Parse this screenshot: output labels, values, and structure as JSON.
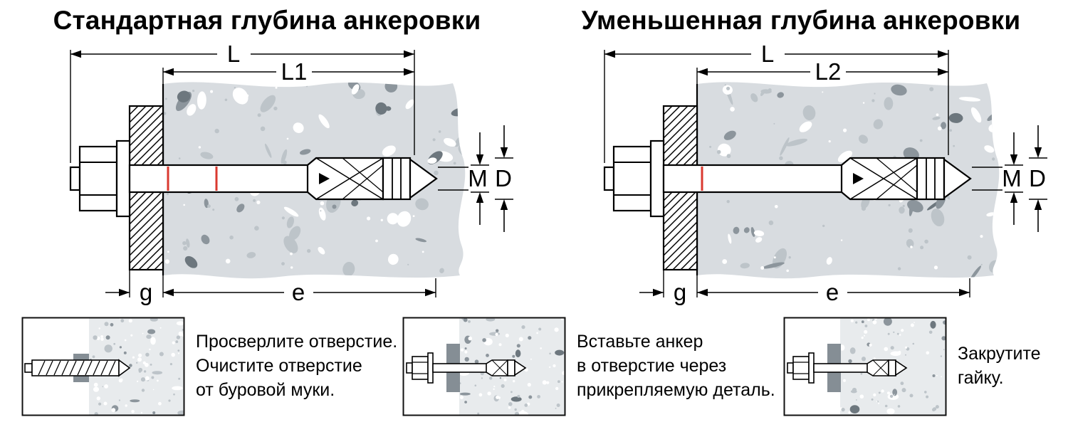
{
  "diagrams": [
    {
      "id": "standard",
      "title": "Стандартная глубина анкеровки",
      "labels": {
        "total": "L",
        "embed": "L1",
        "plate_thickness": "g",
        "embed_depth": "e",
        "thread": "M",
        "drill": "D"
      }
    },
    {
      "id": "reduced",
      "title": "Уменьшенная глубина анкеровки",
      "labels": {
        "total": "L",
        "embed": "L2",
        "plate_thickness": "g",
        "embed_depth": "e",
        "thread": "M",
        "drill": "D"
      }
    }
  ],
  "steps": [
    {
      "id": "drill",
      "text": "Просверлите отверстие.\nОчистите отверстие\nот буровой муки."
    },
    {
      "id": "insert",
      "text": "Вставьте анкер\nв отверстие через\nприкрепляемую деталь."
    },
    {
      "id": "tighten",
      "text": "Закрутите\nгайку."
    }
  ],
  "colors": {
    "outline": "#000000",
    "concrete_base": "#d8dce0",
    "speckle_light": "#ffffff",
    "speckle_mid": "#bdc4c9",
    "speckle_dark": "#8c959c",
    "speckle_darker": "#6d777e",
    "mini_concrete_base": "#e8ebed",
    "plate_gray": "#858e95",
    "depth_mark_red": "#da3a30"
  }
}
